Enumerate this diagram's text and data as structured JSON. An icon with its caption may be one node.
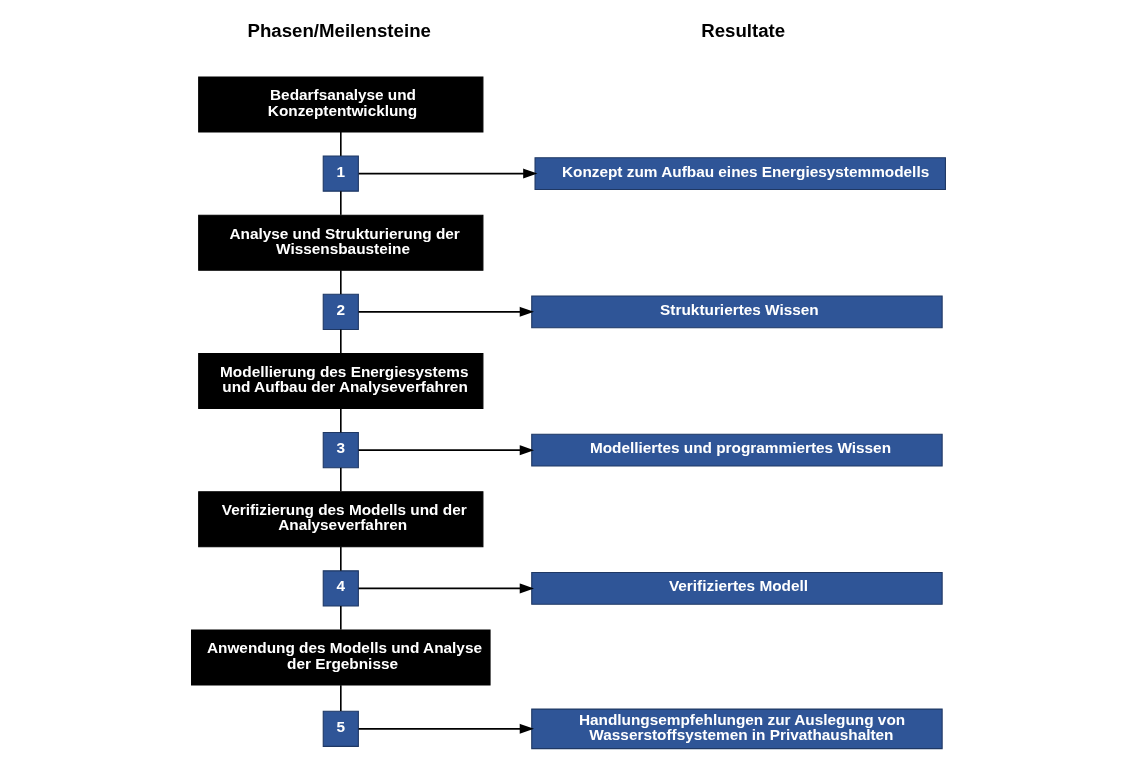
{
  "diagram": {
    "nodes": [
      {
        "text": [
          "Bedarfsanalyse und Konzeptentwicklung"
        ]
      },
      {
        "text": [
          "1"
        ]
      },
      {
        "text": [
          "Konzept zum Aufbau eines Energiesystemmodells"
        ]
      },
      {
        "text": [
          "Analyse und Strukturierung der Wissensbausteine"
        ]
      },
      {
        "text": [
          "2"
        ]
      },
      {
        "text": [
          "Strukturiertes Wissen"
        ]
      },
      {
        "text": [
          "Modellierung des Energiesystems und Aufbau der Analyseverfahren"
        ]
      },
      {
        "text": [
          "3"
        ]
      },
      {
        "text": [
          "Modelliertes und programmiertes Wissen"
        ]
      },
      {
        "text": [
          "Verifizierung des Modells und der Analyseverfahren"
        ]
      },
      {
        "text": [
          "4"
        ]
      },
      {
        "text": [
          "Verifiziertes Modell"
        ]
      },
      {
        "text": [
          "Anwendung des Modells und Analyse der Ergebnisse"
        ]
      },
      {
        "text": [
          "5"
        ]
      },
      {
        "text": [
          "Handlungsempfehlungen zur Auslegung von Wasserstoffsystemen in Privathaushalten"
        ]
      }
    ],
    "edges": [
      {
        "from": 0,
        "to": 1,
        "arrow": "none"
      },
      {
        "from": 1,
        "to": 2,
        "arrow": "to"
      },
      {
        "from": 1,
        "to": 3,
        "arrow": "none"
      },
      {
        "from": 3,
        "to": 4,
        "arrow": "none"
      },
      {
        "from": 4,
        "to": 5,
        "arrow": "to"
      },
      {
        "from": 4,
        "to": 6,
        "arrow": "none"
      },
      {
        "from": 6,
        "to": 7,
        "arrow": "none"
      },
      {
        "from": 7,
        "to": 8,
        "arrow": "to"
      },
      {
        "from": 7,
        "to": 9,
        "arrow": "none"
      },
      {
        "from": 9,
        "to": 10,
        "arrow": "none"
      },
      {
        "from": 10,
        "to": 11,
        "arrow": "to"
      },
      {
        "from": 10,
        "to": 12,
        "arrow": "none"
      },
      {
        "from": 12,
        "to": 13,
        "arrow": "none"
      },
      {
        "from": 13,
        "to": 14,
        "arrow": "to"
      }
    ],
    "labels": [
      "Phasen/Meilensteine",
      "Resultate"
    ]
  }
}
